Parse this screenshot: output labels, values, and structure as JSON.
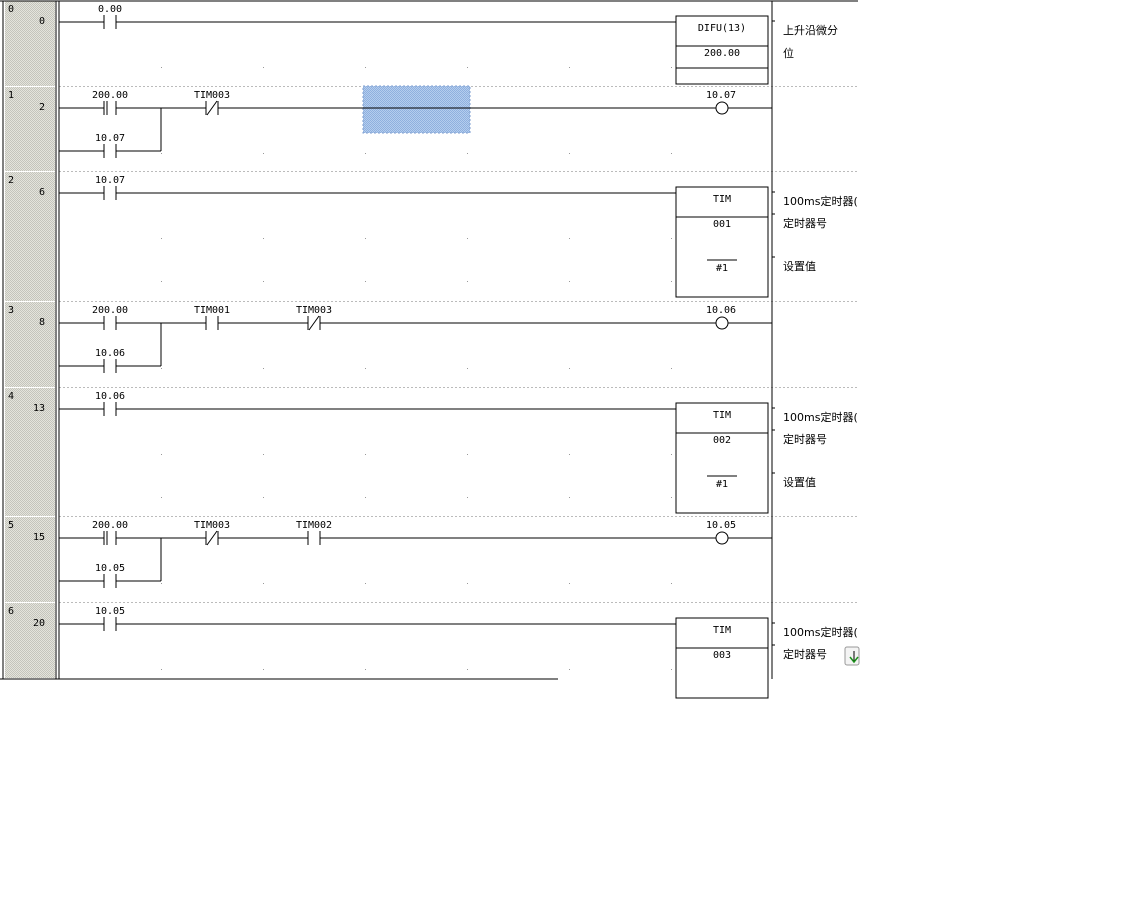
{
  "editor": {
    "bottom_button_icon": "download-arrow-icon",
    "selection_color": "#a8c4ec",
    "rail_color": "#208a20",
    "rungs": [
      {
        "index": "0",
        "step": "0",
        "contacts": [
          {
            "label": "0.00",
            "type": "NO"
          }
        ],
        "branch": null,
        "output": {
          "kind": "instr",
          "instruction": "DIFU(13)",
          "operand": "200.00"
        },
        "comments": [
          "上升沿微分",
          "位"
        ]
      },
      {
        "index": "1",
        "step": "2",
        "contacts": [
          {
            "label": "200.00",
            "type": "NO_DOUBLE"
          },
          {
            "label": "TIM003",
            "type": "NC"
          }
        ],
        "branch": {
          "label": "10.07",
          "type": "NO"
        },
        "selection": true,
        "output": {
          "kind": "coil",
          "label": "10.07"
        },
        "comments": []
      },
      {
        "index": "2",
        "step": "6",
        "contacts": [
          {
            "label": "10.07",
            "type": "NO"
          }
        ],
        "branch": null,
        "output": {
          "kind": "timer",
          "instruction": "TIM",
          "number": "001",
          "setting": "#1"
        },
        "comments": [
          "100ms定时器(",
          "定时器号",
          "设置值"
        ]
      },
      {
        "index": "3",
        "step": "8",
        "contacts": [
          {
            "label": "200.00",
            "type": "NO"
          },
          {
            "label": "TIM001",
            "type": "NO"
          },
          {
            "label": "TIM003",
            "type": "NC"
          }
        ],
        "branch": {
          "label": "10.06",
          "type": "NO"
        },
        "output": {
          "kind": "coil",
          "label": "10.06"
        },
        "comments": []
      },
      {
        "index": "4",
        "step": "13",
        "contacts": [
          {
            "label": "10.06",
            "type": "NO"
          }
        ],
        "branch": null,
        "output": {
          "kind": "timer",
          "instruction": "TIM",
          "number": "002",
          "setting": "#1"
        },
        "comments": [
          "100ms定时器(",
          "定时器号",
          "设置值"
        ]
      },
      {
        "index": "5",
        "step": "15",
        "contacts": [
          {
            "label": "200.00",
            "type": "NO_DOUBLE"
          },
          {
            "label": "TIM003",
            "type": "NC"
          },
          {
            "label": "TIM002",
            "type": "NO"
          }
        ],
        "branch": {
          "label": "10.05",
          "type": "NO"
        },
        "output": {
          "kind": "coil",
          "label": "10.05"
        },
        "comments": []
      },
      {
        "index": "6",
        "step": "20",
        "contacts": [
          {
            "label": "10.05",
            "type": "NO"
          }
        ],
        "branch": null,
        "output": {
          "kind": "timer",
          "instruction": "TIM",
          "number": "003",
          "setting": ""
        },
        "comments": [
          "100ms定时器(",
          "定时器号"
        ],
        "truncated": true
      }
    ]
  }
}
